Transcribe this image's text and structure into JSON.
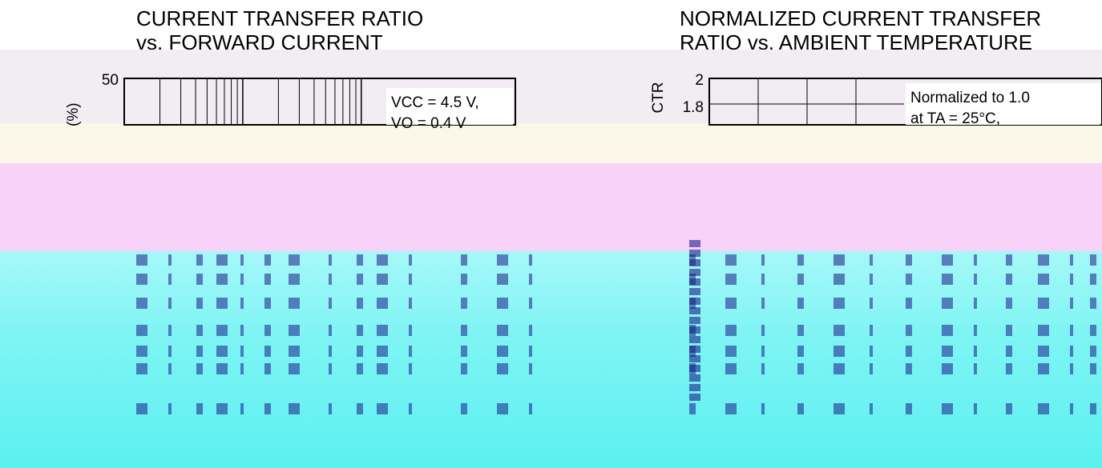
{
  "charts": {
    "left": {
      "title_line1": "CURRENT TRANSFER RATIO",
      "title_line2": "vs. FORWARD CURRENT",
      "ylabel": "(%)",
      "ytick_top": "50",
      "annotation_line1": "VCC = 4.5 V,",
      "annotation_line2": "VO = 0.4 V"
    },
    "right": {
      "title_line1": "NORMALIZED CURRENT TRANSFER",
      "title_line2": "RATIO vs. AMBIENT TEMPERATURE",
      "ylabel": "CTR",
      "ytick_2": "2",
      "ytick_18": "1.8",
      "annotation_line1": "Normalized to 1.0",
      "annotation_line2": "at TA = 25°C,"
    }
  },
  "chart_data": [
    {
      "type": "line",
      "title": "CURRENT TRANSFER RATIO vs. FORWARD CURRENT",
      "xlabel": "",
      "ylabel": "(%)",
      "yscale": "linear",
      "xscale": "log",
      "ylim_top": 50,
      "annotations": [
        "VCC = 4.5 V,",
        "VO = 0.4 V"
      ],
      "series": []
    },
    {
      "type": "line",
      "title": "NORMALIZED CURRENT TRANSFER RATIO vs. AMBIENT TEMPERATURE",
      "xlabel": "",
      "ylabel": "CTR",
      "yticks_visible": [
        2,
        1.8
      ],
      "ylim_top": 2,
      "annotations": [
        "Normalized to 1.0",
        "at TA = 25°C,"
      ],
      "series": []
    }
  ],
  "colors": {
    "band_lavender": "#f1edf3",
    "band_cream": "#fbf8ea",
    "band_pink": "#f9d2f9",
    "band_teal": "#7ef4f4",
    "glyph_dark": "#1c1c8c"
  }
}
